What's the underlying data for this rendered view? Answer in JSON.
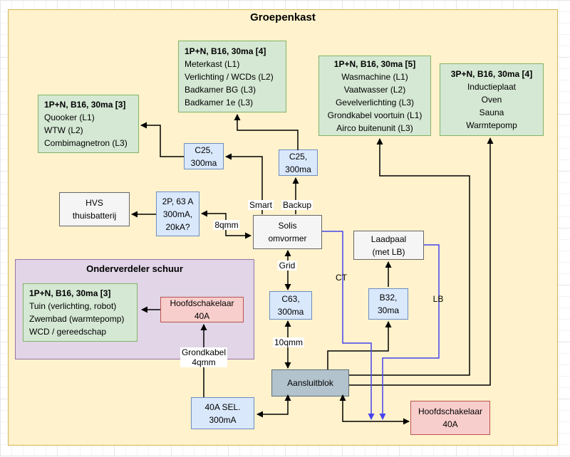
{
  "title": "Groepenkast",
  "subpanel": {
    "title": "Onderverdeler schuur"
  },
  "colors": {
    "container_fill": "#FFF2CC",
    "container_stroke": "#D6B656",
    "green_fill": "#D5E8D4",
    "green_stroke": "#82B366",
    "blue_fill": "#DAE8FC",
    "blue_stroke": "#6C8EBF",
    "gray_fill": "#F5F5F5",
    "gray_stroke": "#666666",
    "slate_fill": "#B2C3CD",
    "slate_stroke": "#5D6C77",
    "purple_fill": "#E1D5E7",
    "purple_stroke": "#9673A6",
    "red_fill": "#F8CECC",
    "red_stroke": "#B85450",
    "edge_black": "#000000",
    "edge_blue": "#4444EE"
  },
  "nodes": {
    "meterkast_group": {
      "header": "1P+N, B16, 30ma [4]",
      "lines": [
        "Meterkast (L1)",
        "Verlichting / WCDs (L2)",
        "Badkamer BG (L3)",
        "Badkamer 1e (L3)"
      ]
    },
    "quooker_group": {
      "header": "1P+N, B16, 30ma [3]",
      "lines": [
        "Quooker (L1)",
        "WTW (L2)",
        "Combimagnetron (L3)"
      ]
    },
    "wasmachine_group": {
      "header": "1P+N, B16, 30ma [5]",
      "lines": [
        "Wasmachine (L1)",
        "Vaatwasser (L2)",
        "Gevelverlichting (L3)",
        "Grondkabel voortuin (L1)",
        "Airco buitenunit (L3)"
      ]
    },
    "inductie_group": {
      "header": "3P+N, B16, 30ma [4]",
      "lines": [
        "Inductieplaat",
        "Oven",
        "Sauna",
        "Warmtepomp"
      ]
    },
    "schuur_group": {
      "header": "1P+N, B16, 30ma [3]",
      "lines": [
        "Tuin (verlichting, robot)",
        "Zwembad (warmtepomp)",
        "WCD / gereedschap"
      ]
    },
    "c25_smart": {
      "lines": [
        "C25,",
        "300ma"
      ]
    },
    "c25_backup": {
      "lines": [
        "C25,",
        "300ma"
      ]
    },
    "hvs_thuisbatterij": {
      "lines": [
        "HVS",
        "thuisbatterij"
      ]
    },
    "breaker_2p63": {
      "lines": [
        "2P, 63 A",
        "300mA,",
        "20kA?"
      ]
    },
    "solis_omvormer": {
      "lines": [
        "Solis",
        "omvormer"
      ]
    },
    "hoofdschakelaar_schuur": {
      "lines": [
        "Hoofdschakelaar",
        "40A"
      ]
    },
    "sel_40a": {
      "lines": [
        "40A SEL.",
        "300mA"
      ]
    },
    "c63": {
      "lines": [
        "C63,",
        "300ma"
      ]
    },
    "b32": {
      "lines": [
        "B32,",
        "30ma"
      ]
    },
    "laadpaal": {
      "lines": [
        "Laadpaal",
        "(met LB)"
      ]
    },
    "aansluitblok": {
      "lines": [
        "Aansluitblok"
      ]
    },
    "hoofdschakelaar_main": {
      "lines": [
        "Hoofdschakelaar",
        "40A"
      ]
    }
  },
  "edge_labels": {
    "smart": "Smart",
    "backup": "Backup",
    "grid": "Grid",
    "qmm8": "8qmm",
    "qmm10": "10qmm",
    "ct": "CT",
    "lb": "LB",
    "grondkabel": {
      "lines": [
        "Grondkabel",
        "4qmm"
      ]
    }
  }
}
